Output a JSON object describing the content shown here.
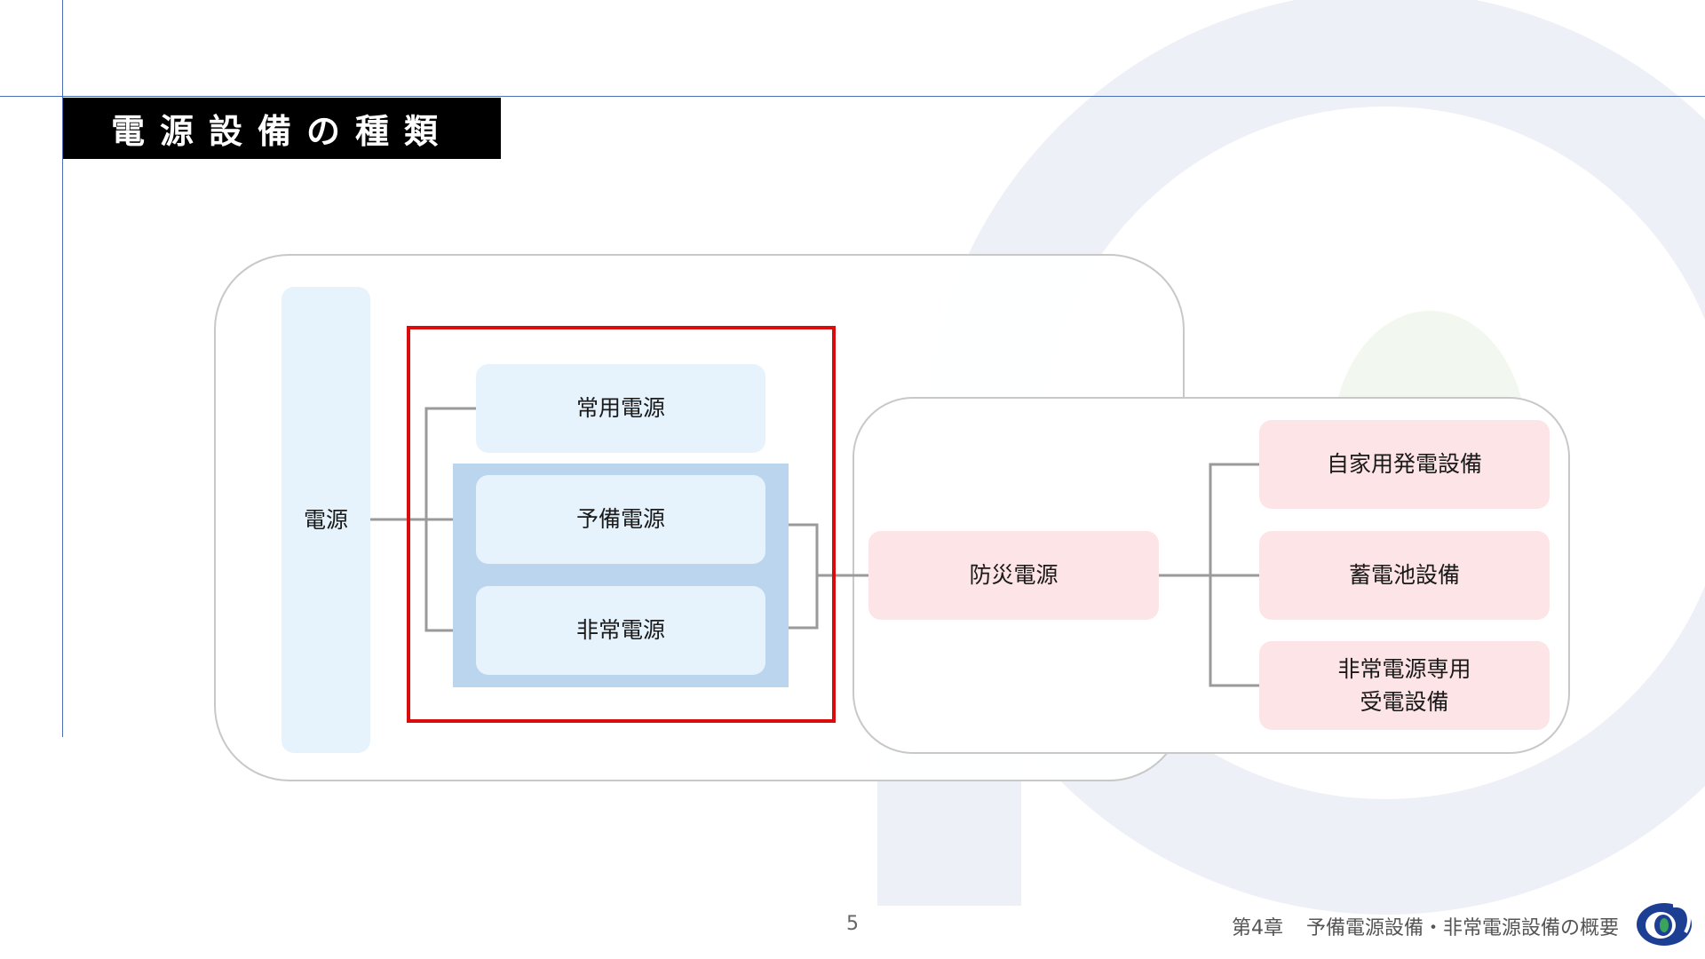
{
  "slide": {
    "title": "電源設備の種類",
    "page_number": "5",
    "chapter_label": "第4章",
    "chapter_title": "予備電源設備・非常電源設備の概要",
    "logo_icon": "organization-logo-icon"
  },
  "diagram": {
    "root": "電源",
    "categories": [
      "常用電源",
      "予備電源",
      "非常電源"
    ],
    "merged": "防災電源",
    "equipment": [
      {
        "line1": "自家用発電設備",
        "line2": ""
      },
      {
        "line1": "蓄電池設備",
        "line2": ""
      },
      {
        "line1": "非常電源専用",
        "line2": "受電設備"
      }
    ]
  },
  "colors": {
    "title_bar": "#000000",
    "title_text": "#ffffff",
    "guide_line": "#4a6fb8",
    "blue_box": "#e6f3fc",
    "group_box": "#bcd5ee",
    "pink_box": "#fde4e6",
    "highlight_frame": "#d90b0b",
    "connector": "#9a9a9a",
    "logo_blue": "#1c3f94"
  }
}
